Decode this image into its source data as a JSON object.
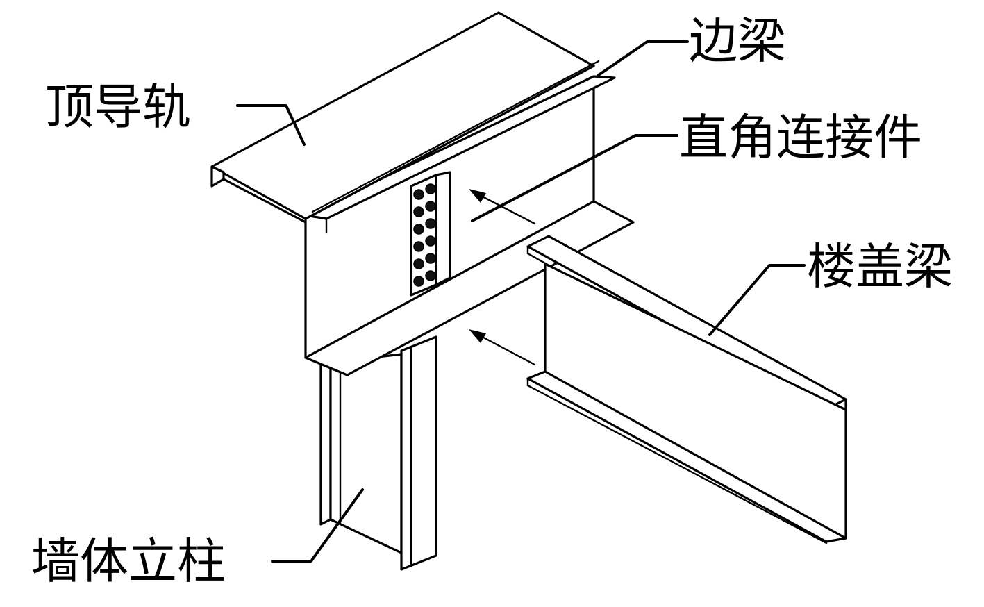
{
  "labels": {
    "top_track": "顶导轨",
    "edge_beam": "边梁",
    "clip_angle": "直角连接件",
    "floor_joist": "楼盖梁",
    "wall_stud": "墙体立柱"
  }
}
